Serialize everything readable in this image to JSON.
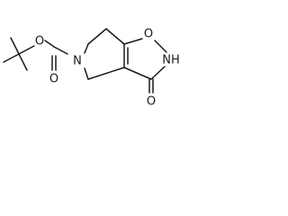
{
  "molecule": {
    "atoms": {
      "o_ester": "O",
      "o_carbonyl": "O",
      "n_ring": "N",
      "o_isoxazole": "O",
      "nh": "NH",
      "o_keto": "O"
    }
  }
}
